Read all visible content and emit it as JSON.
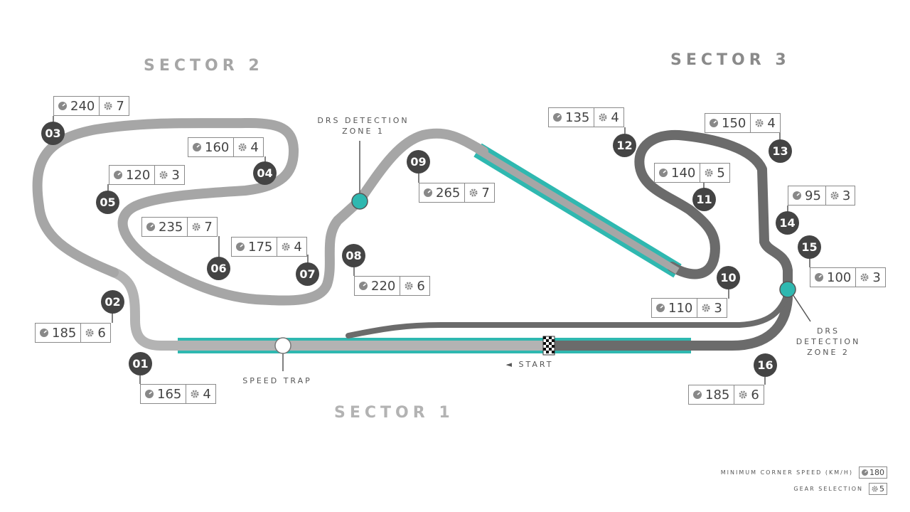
{
  "sectors": {
    "s1": "SECTOR 1",
    "s2": "SECTOR 2",
    "s3": "SECTOR 3"
  },
  "labels": {
    "drs1": [
      "DRS DETECTION",
      "ZONE 1"
    ],
    "drs2": [
      "DRS",
      "DETECTION",
      "ZONE 2"
    ],
    "speed_trap": "SPEED TRAP",
    "start": "◄ START"
  },
  "colors": {
    "sector1": "#b3b3b3",
    "sector2": "#a6a6a6",
    "sector3": "#6b6b6b",
    "drs": "#2fb8b0",
    "badge": "#444444"
  },
  "corners": [
    {
      "num": "01",
      "speed": "165",
      "gear": "4"
    },
    {
      "num": "02",
      "speed": "185",
      "gear": "6"
    },
    {
      "num": "03",
      "speed": "240",
      "gear": "7"
    },
    {
      "num": "04",
      "speed": "160",
      "gear": "4"
    },
    {
      "num": "05",
      "speed": "120",
      "gear": "3"
    },
    {
      "num": "06",
      "speed": "235",
      "gear": "7"
    },
    {
      "num": "07",
      "speed": "175",
      "gear": "4"
    },
    {
      "num": "08",
      "speed": "220",
      "gear": "6"
    },
    {
      "num": "09",
      "speed": "265",
      "gear": "7"
    },
    {
      "num": "10",
      "speed": "110",
      "gear": "3"
    },
    {
      "num": "11",
      "speed": "140",
      "gear": "5"
    },
    {
      "num": "12",
      "speed": "135",
      "gear": "4"
    },
    {
      "num": "13",
      "speed": "150",
      "gear": "4"
    },
    {
      "num": "14",
      "speed": "95",
      "gear": "3"
    },
    {
      "num": "15",
      "speed": "100",
      "gear": "3"
    },
    {
      "num": "16",
      "speed": "185",
      "gear": "6"
    }
  ],
  "legend": {
    "speed_label": "MINIMUM CORNER SPEED (KM/H)",
    "speed_example": "180",
    "gear_label": "GEAR SELECTION",
    "gear_example": "5"
  },
  "icons": {
    "speed": "speedometer-icon",
    "gear": "gear-icon"
  }
}
